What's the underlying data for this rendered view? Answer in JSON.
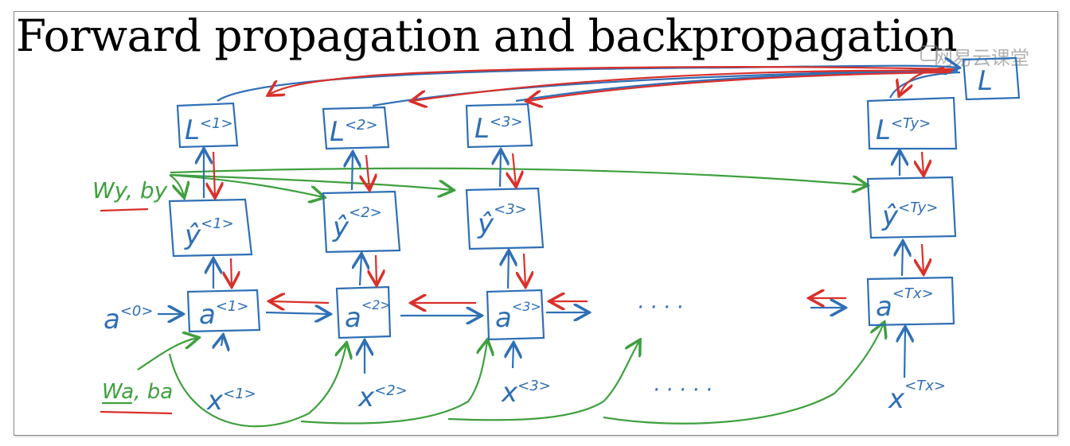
{
  "title": "Forward propagation and backpropagation",
  "watermark": "网易云课堂",
  "colors": {
    "forward": "#2f6fb5",
    "backward": "#d9302a",
    "params": "#3ea03e",
    "ink": "#2f6fb5"
  },
  "params": {
    "wy": "Wy, by",
    "wa": "Wa, ba"
  },
  "a0": "a",
  "a0_sup": "<0>",
  "total_loss": "L",
  "timesteps": [
    {
      "loss": "L",
      "loss_sup": "<1>",
      "yhat": "ŷ",
      "yhat_sup": "<1>",
      "a": "a",
      "a_sup": "<1>",
      "x": "x",
      "x_sup": "<1>"
    },
    {
      "loss": "L",
      "loss_sup": "<2>",
      "yhat": "ŷ",
      "yhat_sup": "<2>",
      "a": "a",
      "a_sup": "<2>",
      "x": "x",
      "x_sup": "<2>"
    },
    {
      "loss": "L",
      "loss_sup": "<3>",
      "yhat": "ŷ",
      "yhat_sup": "<3>",
      "a": "a",
      "a_sup": "<3>",
      "x": "x",
      "x_sup": "<3>"
    },
    {
      "loss": "L",
      "loss_sup": "<Ty>",
      "yhat": "ŷ",
      "yhat_sup": "<Ty>",
      "a": "a",
      "a_sup": "<Tx>",
      "x": "x",
      "x_sup": "<Tx>"
    }
  ],
  "ellipsis_top": "· · · ·",
  "ellipsis_bottom": "· · · · ·"
}
